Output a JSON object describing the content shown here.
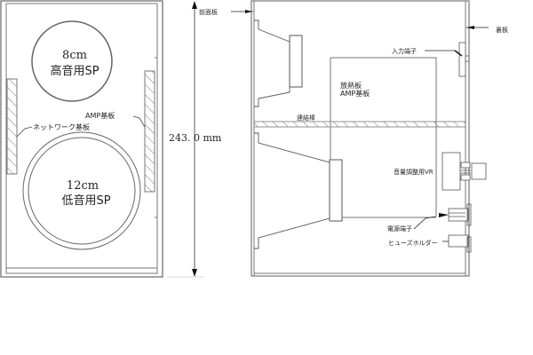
{
  "front_view": {
    "tweeter": {
      "size": "8cm",
      "name": "高音用SP"
    },
    "woofer": {
      "size": "12cm",
      "name": "低音用SP"
    },
    "labels": {
      "amp_board": "AMP基板",
      "network_board": "ネットワーク基板"
    }
  },
  "dimension": {
    "height": "243. 0  mm"
  },
  "side_view": {
    "labels": {
      "front_panel": "前面板",
      "back_panel": "裏板",
      "input_terminal": "入力端子",
      "heatsink": "放熱板",
      "amp_board": "AMP基板",
      "connecting_rod": "連結棒",
      "volume_vr": "音量調整用VR",
      "power_terminal": "電源端子",
      "fuse_holder": "ヒューズホルダー"
    }
  },
  "colors": {
    "line": "#555555",
    "text": "#222222",
    "background": "#ffffff"
  }
}
